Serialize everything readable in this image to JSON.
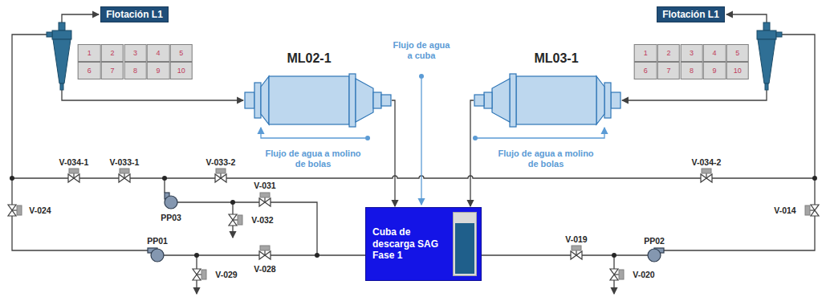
{
  "diagram": {
    "nodes": [
      {
        "text": [
          "Flotación L1"
        ]
      },
      {
        "text": [
          "ML02-1"
        ]
      },
      {
        "text": [
          "ML03-1"
        ]
      },
      {
        "text": [
          "Flotación L1"
        ]
      },
      {
        "text": [
          "Cuba de descarga SAG Fase 1"
        ]
      }
    ],
    "edges": [
      {
        "from": 1,
        "to": 4,
        "arrow": "to"
      },
      {
        "from": 2,
        "to": 4,
        "arrow": "to"
      }
    ],
    "labels": [
      "Flujo de agua a cuba",
      "Flujo de agua a molino de bolas",
      "Flujo de agua a molino de bolas",
      "V-034-1",
      "V-033-1",
      "V-033-2",
      "V-031",
      "V-032",
      "V-024",
      "V-029",
      "V-028",
      "V-034-2",
      "V-014",
      "V-019",
      "V-020",
      "PP03",
      "PP01",
      "PP02",
      "1",
      "2",
      "3",
      "4",
      "5",
      "6",
      "7",
      "8",
      "9",
      "10",
      "1",
      "2",
      "3",
      "4",
      "5",
      "6",
      "7",
      "8",
      "9",
      "10"
    ]
  }
}
